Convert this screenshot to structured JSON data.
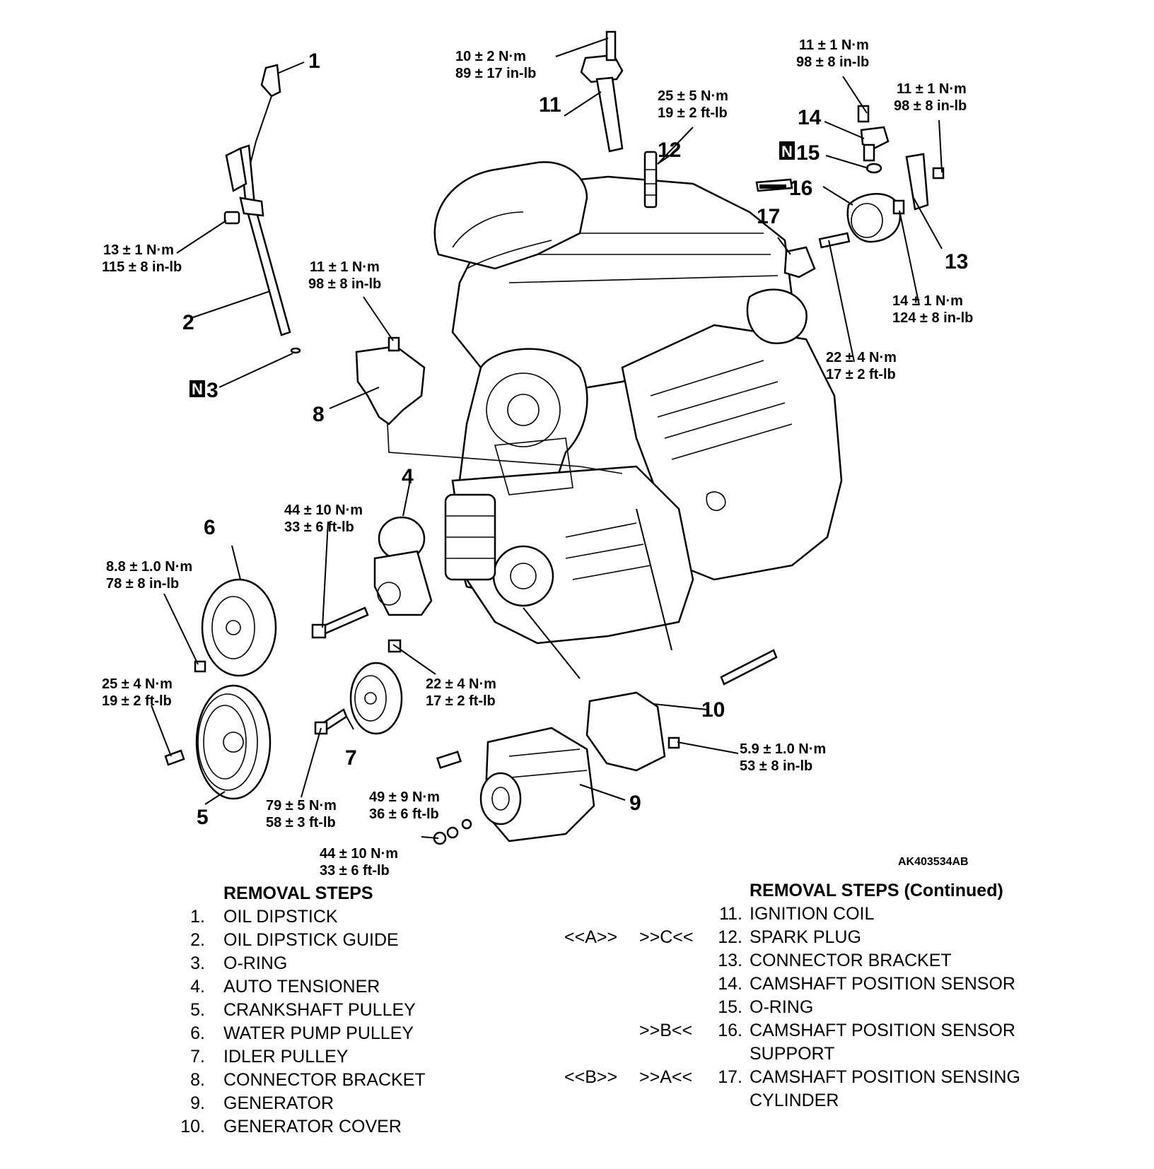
{
  "figure_id": "AK403534AB",
  "callouts": {
    "c1": "1",
    "c2": "2",
    "c3": "3",
    "c4": "4",
    "c5": "5",
    "c6": "6",
    "c7": "7",
    "c8": "8",
    "c9": "9",
    "c10": "10",
    "c11": "11",
    "c12": "12",
    "c13": "13",
    "c14": "14",
    "c15": "15",
    "c16": "16",
    "c17": "17",
    "n_mark": "N"
  },
  "torques": {
    "t_coil_a": "10 ± 2 N·m",
    "t_coil_b": "89 ± 17 in-lb",
    "t_plug_a": "25 ± 5 N·m",
    "t_plug_b": "19 ± 2 ft-lb",
    "t_cps_a": "11 ± 1 N·m",
    "t_cps_b": "98 ± 8 in-lb",
    "t_br13_a": "11 ± 1 N·m",
    "t_br13_b": "98 ± 8 in-lb",
    "t_guide_a": "13 ± 1 N·m",
    "t_guide_b": "115 ± 8 in-lb",
    "t_br8_a": "11 ± 1 N·m",
    "t_br8_b": "98 ± 8 in-lb",
    "t_sup_a": "14 ± 1 N·m",
    "t_sup_b": "124 ± 8 in-lb",
    "t_cyl_a": "22 ± 4 N·m",
    "t_cyl_b": "17 ± 2 ft-lb",
    "t_ten_a": "44 ± 10 N·m",
    "t_ten_b": "33 ± 6 ft-lb",
    "t_wp_a": "8.8 ± 1.0 N·m",
    "t_wp_b": "78 ± 8 in-lb",
    "t_ten2_a": "22 ± 4 N·m",
    "t_ten2_b": "17 ± 2 ft-lb",
    "t_crank_a": "25 ± 4 N·m",
    "t_crank_b": "19 ± 2 ft-lb",
    "t_cov_a": "5.9 ± 1.0 N·m",
    "t_cov_b": "53 ± 8 in-lb",
    "t_idl_a": "79 ± 5 N·m",
    "t_idl_b": "58 ± 3 ft-lb",
    "t_gen1_a": "49 ± 9 N·m",
    "t_gen1_b": "36 ± 6 ft-lb",
    "t_gen2_a": "44 ± 10 N·m",
    "t_gen2_b": "33 ± 6 ft-lb"
  },
  "removal_steps": {
    "title": "REMOVAL STEPS",
    "items": [
      {
        "num": "1.",
        "text": "OIL DIPSTICK"
      },
      {
        "num": "2.",
        "text": "OIL DIPSTICK GUIDE"
      },
      {
        "num": "3.",
        "text": "O-RING"
      },
      {
        "num": "4.",
        "text": "AUTO TENSIONER"
      },
      {
        "num": "5.",
        "text": "CRANKSHAFT PULLEY"
      },
      {
        "num": "6.",
        "text": "WATER PUMP PULLEY"
      },
      {
        "num": "7.",
        "text": "IDLER PULLEY"
      },
      {
        "num": "8.",
        "text": "CONNECTOR BRACKET"
      },
      {
        "num": "9.",
        "text": "GENERATOR"
      },
      {
        "num": "10.",
        "text": "GENERATOR COVER"
      }
    ]
  },
  "removal_steps_continued": {
    "title": "REMOVAL STEPS (Continued)",
    "items": [
      {
        "m1": "",
        "m2": "",
        "num": "11.",
        "text": "IGNITION COIL"
      },
      {
        "m1": "<<A>>",
        "m2": ">>C<<",
        "num": "12.",
        "text": "SPARK PLUG"
      },
      {
        "m1": "",
        "m2": "",
        "num": "13.",
        "text": "CONNECTOR BRACKET"
      },
      {
        "m1": "",
        "m2": "",
        "num": "14.",
        "text": "CAMSHAFT POSITION SENSOR"
      },
      {
        "m1": "",
        "m2": "",
        "num": "15.",
        "text": "O-RING"
      },
      {
        "m1": "",
        "m2": ">>B<<",
        "num": "16.",
        "text": "CAMSHAFT POSITION SENSOR"
      },
      {
        "m1": "",
        "m2": "",
        "num": "",
        "text": "SUPPORT"
      },
      {
        "m1": "<<B>>",
        "m2": ">>A<<",
        "num": "17.",
        "text": "CAMSHAFT POSITION SENSING"
      },
      {
        "m1": "",
        "m2": "",
        "num": "",
        "text": "CYLINDER"
      }
    ]
  }
}
